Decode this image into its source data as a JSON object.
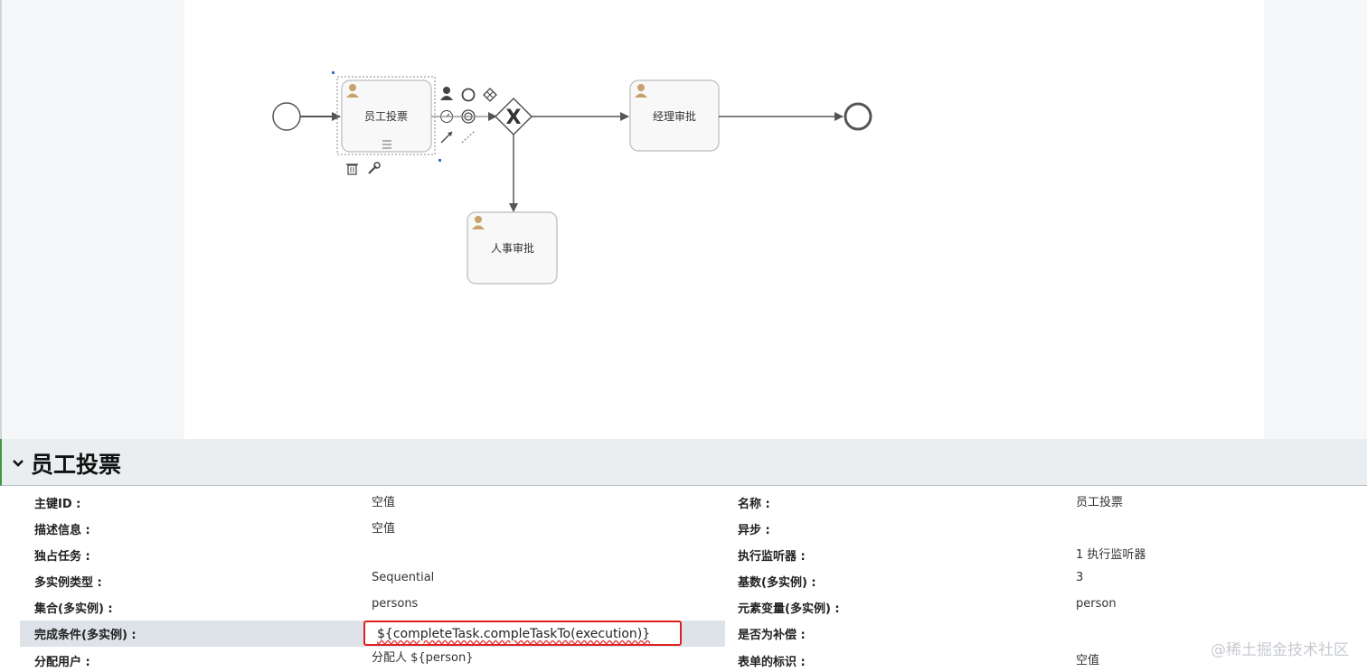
{
  "diagram": {
    "tasks": [
      {
        "id": "employee-vote",
        "label": "员工投票"
      },
      {
        "id": "manager-approval",
        "label": "经理审批"
      },
      {
        "id": "hr-approval",
        "label": "人事审批"
      }
    ],
    "gateway_symbol": "X"
  },
  "panel": {
    "title": "员工投票",
    "rows": [
      {
        "left_label": "主键ID :",
        "left_value": "空值",
        "right_label": "名称 :",
        "right_value": "员工投票"
      },
      {
        "left_label": "描述信息 :",
        "left_value": "空值",
        "right_label": "异步 :",
        "right_value": ""
      },
      {
        "left_label": "独占任务 :",
        "left_value": "",
        "right_label": "执行监听器 :",
        "right_value": "1 执行监听器"
      },
      {
        "left_label": "多实例类型 :",
        "left_value": "Sequential",
        "right_label": "基数(多实例) :",
        "right_value": "3"
      },
      {
        "left_label": "集合(多实例) :",
        "left_value": "persons",
        "right_label": "元素变量(多实例) :",
        "right_value": "person"
      },
      {
        "left_label": "完成条件(多实例) :",
        "left_value": "${completeTask.compleTaskTo(execution)}",
        "right_label": "是否为补偿 :",
        "right_value": ""
      },
      {
        "left_label": "分配用户 :",
        "left_value": "分配人 ${person}",
        "right_label": "表单的标识 :",
        "right_value": "空值"
      }
    ]
  },
  "watermark": "@稀土掘金技术社区",
  "colors": {
    "highlight_border": "#e02020",
    "panel_header_bg": "#eaeef1",
    "task_icon": "#c8a26a"
  }
}
